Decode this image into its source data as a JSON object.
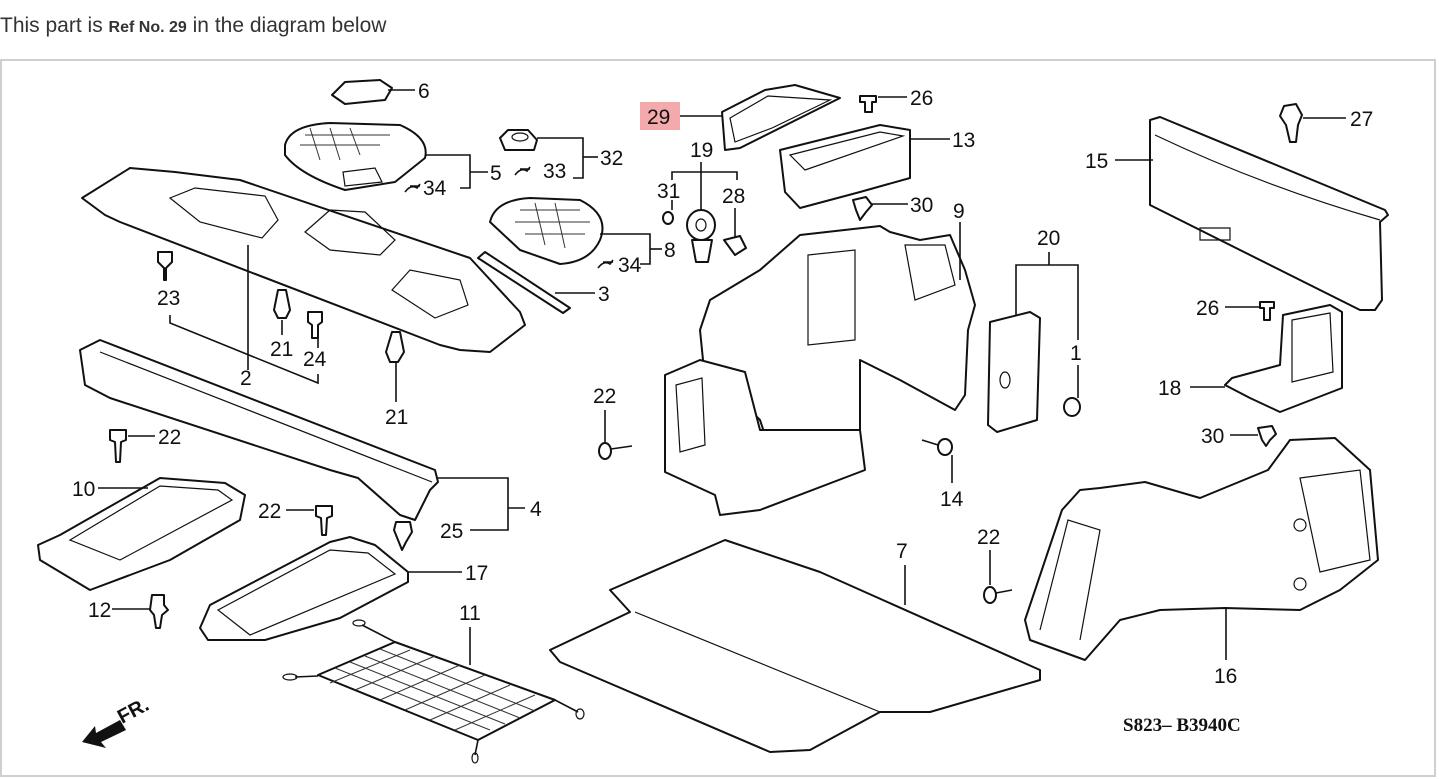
{
  "intro": {
    "prefix": "This part is",
    "ref_label": "Ref No. 29",
    "suffix": "in the diagram below"
  },
  "diagram": {
    "highlighted_ref": "29",
    "highlight_color": "#f4a9ad",
    "code": "S823– B3940C",
    "direction_label": "FR.",
    "callouts": {
      "c1": "1",
      "c2": "2",
      "c3": "3",
      "c4": "4",
      "c5": "5",
      "c6": "6",
      "c7": "7",
      "c8": "8",
      "c9": "9",
      "c10": "10",
      "c11": "11",
      "c12": "12",
      "c13": "13",
      "c14": "14",
      "c15": "15",
      "c16": "16",
      "c17": "17",
      "c18": "18",
      "c19": "19",
      "c20": "20",
      "c21a": "21",
      "c21b": "21",
      "c22a": "22",
      "c22b": "22",
      "c22c": "22",
      "c22d": "22",
      "c23": "23",
      "c24": "24",
      "c25": "25",
      "c26a": "26",
      "c26b": "26",
      "c27": "27",
      "c28": "28",
      "c29": "29",
      "c30a": "30",
      "c30b": "30",
      "c31": "31",
      "c32": "32",
      "c33": "33",
      "c34a": "34",
      "c34b": "34"
    }
  }
}
